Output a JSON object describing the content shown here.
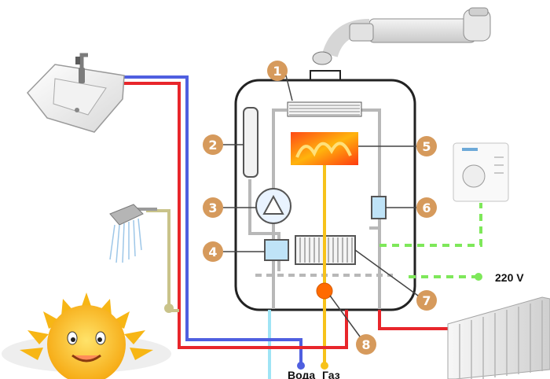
{
  "labels": {
    "badges": [
      "1",
      "2",
      "3",
      "4",
      "5",
      "6",
      "7",
      "8"
    ],
    "power": "220 V",
    "water_out": "Вода",
    "gas_in": "Газ"
  },
  "colors": {
    "hot_pipe": "#e8262b",
    "cold_pipe": "#4f5fe0",
    "gas_pipe": "#f7c21a",
    "electric": "#7ee85a",
    "badge": "#d69a5c",
    "boiler_outline": "#222222",
    "internal_pipe": "#b8b8b8",
    "shower_pipe": "#c9c38a",
    "water_drop": "#9fe4f5"
  },
  "icons": [
    "sink-icon",
    "faucet-icon",
    "shower-icon",
    "sun-icon",
    "radiator-icon",
    "thermostat-icon",
    "chimney-flue-icon",
    "pump-icon",
    "burner-flame-icon",
    "heat-exchanger-icon",
    "valve-icon"
  ]
}
